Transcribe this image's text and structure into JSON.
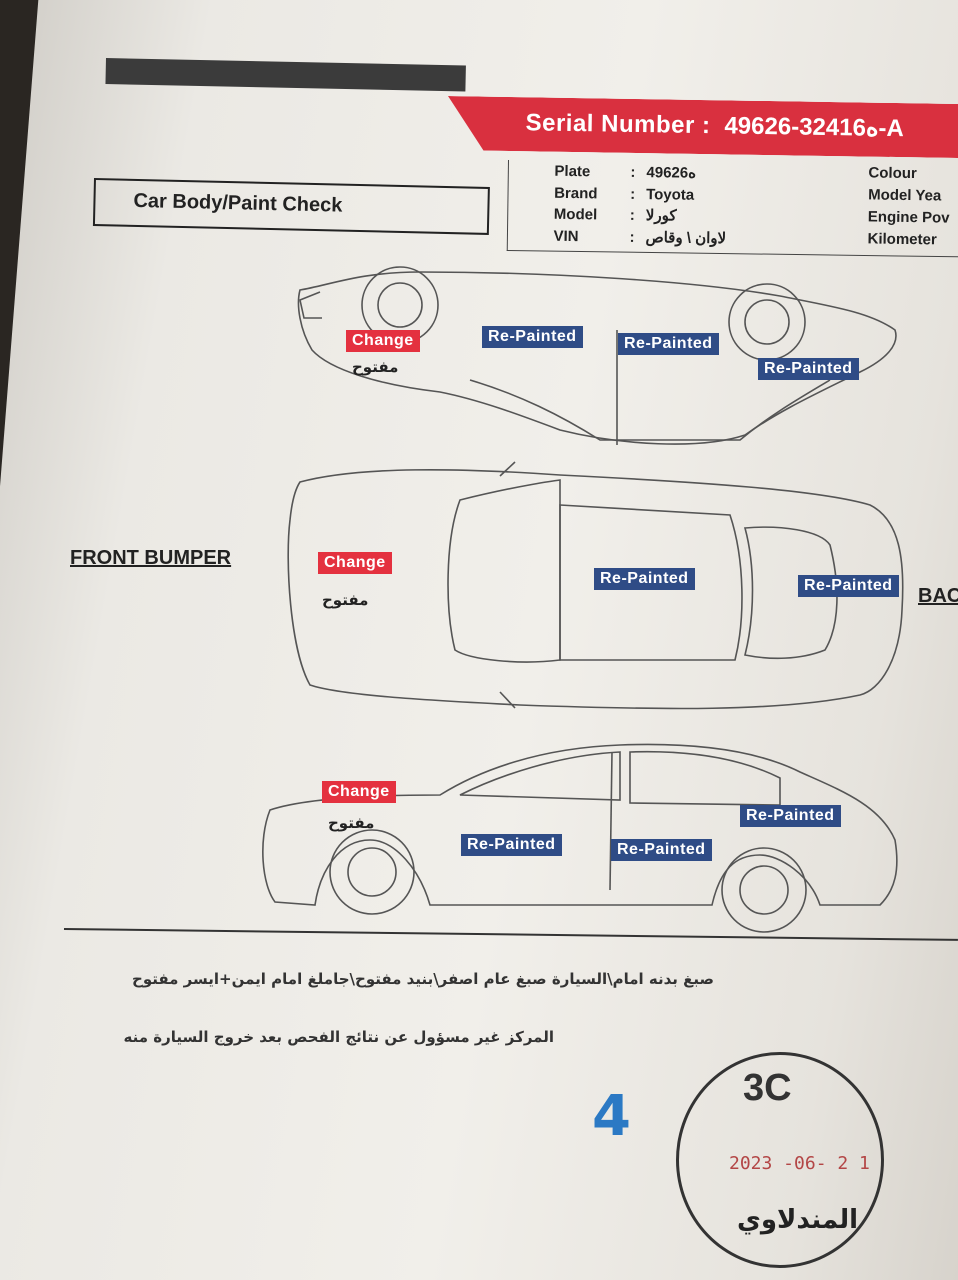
{
  "header": {
    "serial_label": "Serial Number :",
    "serial_value": "ه32416-49626-A"
  },
  "form": {
    "title": "Car Body/Paint Check"
  },
  "vehicle_info": {
    "rows": [
      {
        "label": "Plate",
        "value": "ه49626"
      },
      {
        "label": "Brand",
        "value": "Toyota"
      },
      {
        "label": "Model",
        "value": "كورلا"
      },
      {
        "label": "VIN",
        "value": "لاوان \\ وقاص"
      }
    ],
    "right_labels": [
      "Colour",
      "Model Yea",
      "Engine Pov",
      "Kilometer"
    ]
  },
  "diagram": {
    "top_view": {
      "tags": [
        {
          "text": "Change",
          "kind": "change"
        },
        {
          "text": "Re-Painted",
          "kind": "repaint"
        },
        {
          "text": "Re-Painted",
          "kind": "repaint"
        },
        {
          "text": "Re-Painted",
          "kind": "repaint"
        }
      ],
      "note": "مفتوح"
    },
    "middle_view": {
      "front_label": "FRONT BUMPER",
      "back_label": "BAC",
      "tags": [
        {
          "text": "Change",
          "kind": "change"
        },
        {
          "text": "Re-Painted",
          "kind": "repaint"
        },
        {
          "text": "Re-Painted",
          "kind": "repaint"
        }
      ],
      "note": "مفتوح"
    },
    "bottom_view": {
      "tags": [
        {
          "text": "Change",
          "kind": "change"
        },
        {
          "text": "Re-Painted",
          "kind": "repaint"
        },
        {
          "text": "Re-Painted",
          "kind": "repaint"
        },
        {
          "text": "Re-Painted",
          "kind": "repaint"
        }
      ],
      "note": "مفتوح"
    }
  },
  "notes": {
    "line1": "صبغ بدنه امام\\السيارة صبغ عام اصفر\\بنيد مفتوح\\جاملغ امام ايمن+ايسر مفتوح",
    "line2": "المركز غير مسؤول عن نتائج الفحص بعد خروج السيارة منه"
  },
  "handwritten_number": "4",
  "stamp": {
    "code": "3C",
    "date": "2023 -06- 2 1",
    "name": "المندلاوي"
  },
  "colors": {
    "change_red": "#e4313f",
    "repaint_blue": "#2f4c86",
    "banner_red": "#d9303f"
  }
}
